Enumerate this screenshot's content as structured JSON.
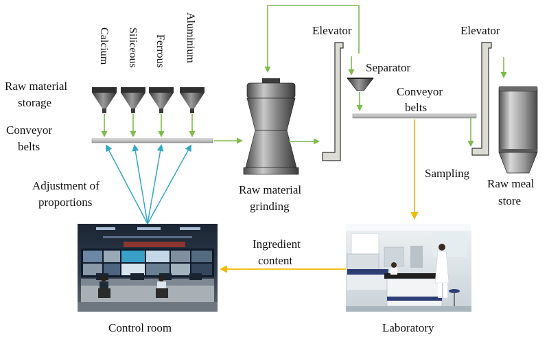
{
  "materials": [
    {
      "label": "Calcium"
    },
    {
      "label": "Siliceous"
    },
    {
      "label": "Ferrous"
    },
    {
      "label": "Aluminium"
    }
  ],
  "labels": {
    "raw_material_storage": [
      "Raw material",
      "storage"
    ],
    "conveyor_belts_left": [
      "Conveyor",
      "belts"
    ],
    "adjustment": [
      "Adjustment of",
      "proportions"
    ],
    "raw_material_grinding": [
      "Raw material",
      "grinding"
    ],
    "elevator_left": "Elevator",
    "separator": "Separator",
    "conveyor_belts_right": [
      "Conveyor",
      "belts"
    ],
    "elevator_right": "Elevator",
    "sampling": "Sampling",
    "raw_meal_store": [
      "Raw meal",
      "store"
    ],
    "ingredient_content": [
      "Ingredient",
      "content"
    ],
    "control_room": "Control room",
    "laboratory": "Laboratory"
  },
  "colors": {
    "green_arrow": "#7dbb4a",
    "yellow_arrow": "#f5b800",
    "cyan_arrow": "#33a8c8",
    "hopper_dark": "#5a5a5a",
    "belt": "#c8c8c8",
    "elevator_fill": "#dcdcd4"
  }
}
